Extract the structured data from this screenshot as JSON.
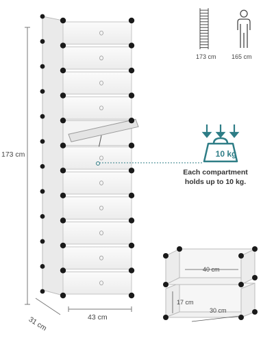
{
  "cabinet": {
    "compartment_count": 11,
    "height_label": "173 cm",
    "width_label": "43 cm",
    "depth_label": "31 cm"
  },
  "scale_figure": {
    "cabinet_height": "173 cm",
    "person_height": "165 cm",
    "icons": [
      "ladder-icon",
      "person-icon"
    ]
  },
  "load": {
    "weight_label": "10 kg",
    "caption_line1": "Each compartment",
    "caption_line2": "holds up to 10 kg.",
    "accent_color": "#2e7d86",
    "icons": [
      "down-arrow-icon",
      "weight-icon"
    ]
  },
  "module_detail": {
    "width_label": "40 cm",
    "height_label": "17 cm",
    "depth_label": "30 cm"
  }
}
